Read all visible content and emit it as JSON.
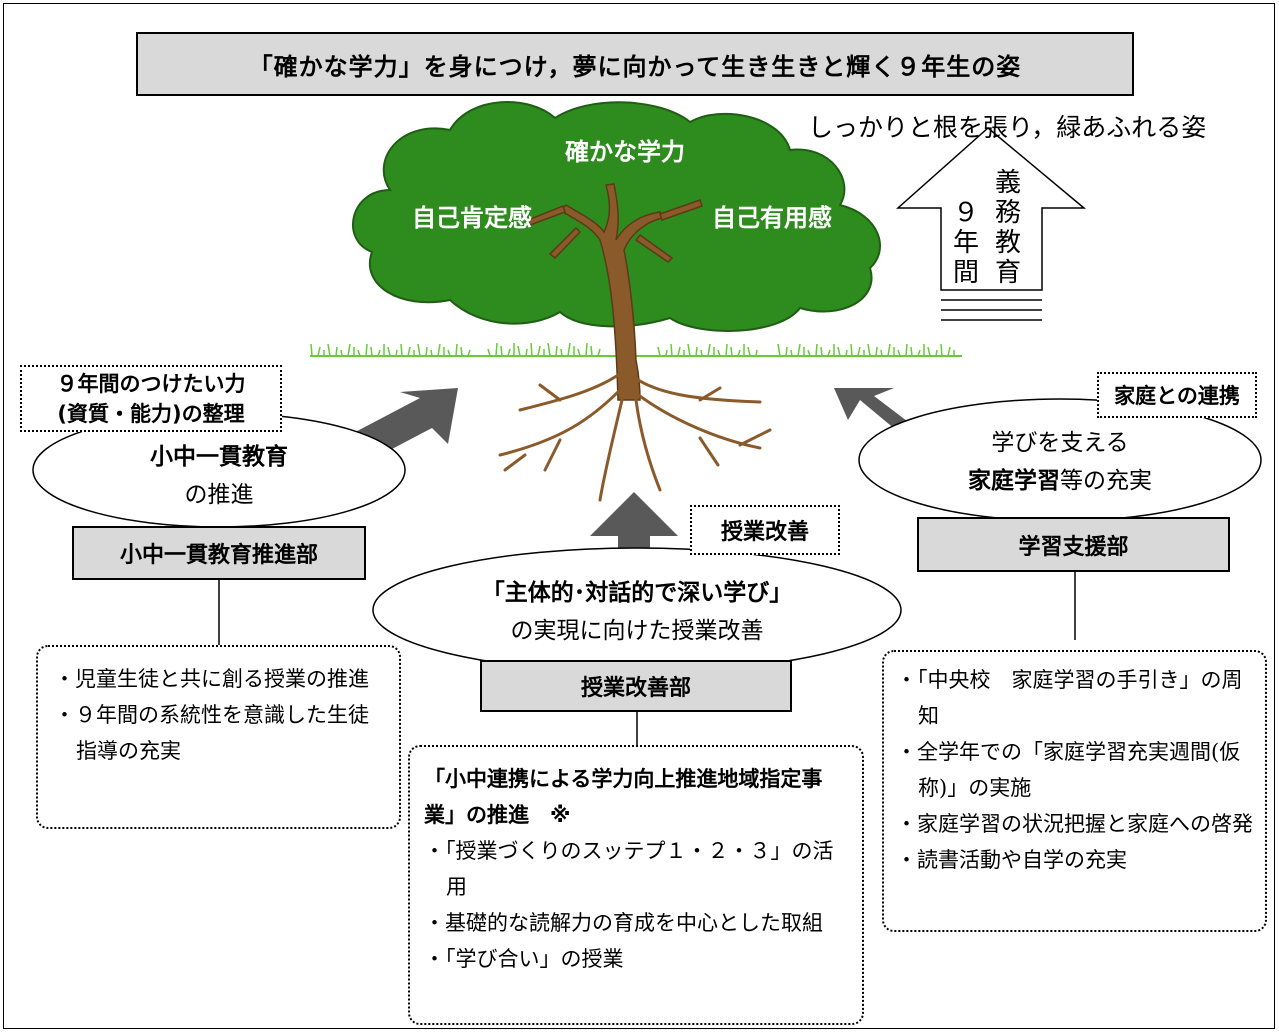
{
  "title": "「確かな学力」を身につけ，夢に向かって生き生きと輝く９年生の姿",
  "tree": {
    "caption": "しっかりと根を張り，緑あふれる姿",
    "top_label": "確かな学力",
    "left_label": "自己肯定感",
    "right_label": "自己有用感"
  },
  "up_arrow": {
    "col_right": "義務教育",
    "col_left": "９年間"
  },
  "left": {
    "note_line1": "９年間のつけたい力",
    "note_line2": "(資質・能力)の整理",
    "ellipse_line1": "小中一貫教育",
    "ellipse_line2": "の推進",
    "dept": "小中一貫教育推進部",
    "items": [
      "・児童生徒と共に創る授業の推進",
      "・９年間の系統性を意識した生徒指導の充実"
    ]
  },
  "center": {
    "note": "授業改善",
    "ellipse_line1": "「主体的･対話的で深い学び」",
    "ellipse_line2": "の実現に向けた授業改善",
    "dept": "授業改善部",
    "heading": "「小中連携による学力向上推進地域指定事業」の推進　※",
    "items": [
      "・「授業づくりのスッテプ１・２・３」の活用",
      "・基礎的な読解力の育成を中心とした取組",
      "・「学び合い」の授業"
    ]
  },
  "right": {
    "note": "家庭との連携",
    "ellipse_line1": "学びを支える",
    "ellipse_line2_bold": "家庭学習",
    "ellipse_line2_rest": "等の充実",
    "dept": "学習支援部",
    "items": [
      "・「中央校　家庭学習の手引き」の周知",
      "・全学年での「家庭学習充実週間(仮称)」の実施",
      "・家庭学習の状況把握と家庭への啓発",
      "・読書活動や自学の充実"
    ]
  },
  "colors": {
    "tree_green": "#2e8b1e",
    "trunk_brown": "#8b5a2b",
    "grass_green": "#66cc33",
    "arrow_gray": "#595959",
    "box_gray": "#d9d9d9"
  }
}
